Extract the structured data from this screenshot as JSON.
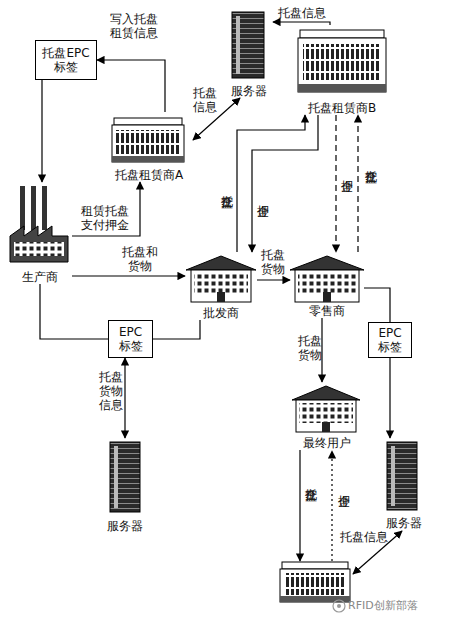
{
  "diagram": {
    "nodes": [
      {
        "text": [
          "托盘EPC 标签"
        ]
      },
      {
        "text": [
          "服务器"
        ]
      },
      {
        "text": [
          "托盘租赁商B"
        ]
      },
      {
        "text": [
          "托盘租赁商A"
        ]
      },
      {
        "text": [
          "生产商"
        ]
      },
      {
        "text": [
          "批发商"
        ]
      },
      {
        "text": [
          "零售商"
        ]
      },
      {
        "text": [
          "EPC 标签"
        ]
      },
      {
        "text": [
          "EPC 标签"
        ]
      },
      {
        "text": [
          "最终用户"
        ]
      },
      {
        "text": [
          "服务器"
        ]
      },
      {
        "text": [
          "服务器"
        ]
      }
    ],
    "edges": [
      {
        "from": 3,
        "to": 0,
        "label": "写入托盘 租赁信息",
        "arrow": "to"
      },
      {
        "from": 2,
        "to": 1,
        "label": "托盘信息",
        "arrow": "to"
      },
      {
        "from": 1,
        "to": 3,
        "label": "托盘 信息",
        "arrow": "both"
      },
      {
        "from": 0,
        "to": 4,
        "arrow": "to"
      },
      {
        "from": 4,
        "to": 3,
        "label": "租赁托盘 支付押金",
        "arrow": "to"
      },
      {
        "from": 4,
        "to": 5,
        "label": "托盘和 货物",
        "arrow": "to"
      },
      {
        "from": 5,
        "to": 2,
        "label": "空托盘",
        "arrow": "to"
      },
      {
        "from": 2,
        "to": 5,
        "label": "押金",
        "arrow": "to"
      },
      {
        "from": 5,
        "to": 6,
        "label": "托盘 货物",
        "arrow": "to"
      },
      {
        "from": 6,
        "to": 2,
        "label": "空托盘",
        "arrow": "to"
      },
      {
        "from": 2,
        "to": 6,
        "label": "押金",
        "arrow": "to"
      },
      {
        "from": 4,
        "to": 7,
        "arrow": "none"
      },
      {
        "from": 7,
        "to": 5,
        "arrow": "none"
      },
      {
        "from": 7,
        "to": 10,
        "label": "托盘 货物 信息",
        "arrow": "both"
      },
      {
        "from": 6,
        "to": 8,
        "arrow": "none"
      },
      {
        "from": 8,
        "to": 11,
        "arrow": "to"
      },
      {
        "from": 6,
        "to": 9,
        "label": "托盘 货物",
        "arrow": "to"
      }
    ],
    "labels": [
      "空托盘",
      "押金",
      "托盘信息",
      "RFID创新部落"
    ]
  }
}
